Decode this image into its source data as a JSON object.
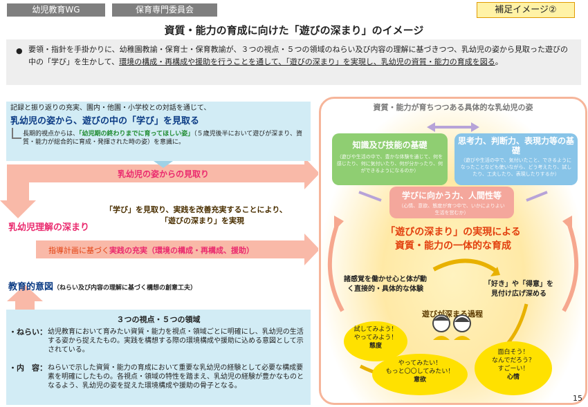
{
  "header": {
    "tag1": "幼児教育WG",
    "tag2": "保育専門委員会",
    "tag_right": "補足イメージ②",
    "title": "資質・能力の育成に向けた「遊びの深まり」のイメージ"
  },
  "summary": {
    "bullet": "●",
    "text_a": "要領・指針を手掛かりに、幼稚園教諭・保育士・保育教諭が、３つの視点・５つの領域のねらい及び内容の理解に基づきつつ、乳幼児の姿から見取った遊びの中の「学び」を生かして、",
    "text_b": "環境の構成・再構成や援助を行うことを通して、「遊びの深まり」を実現し、乳幼児の資質・能力の育成を図る",
    "text_c": "。"
  },
  "left": {
    "record_line": "記録と振り返りの充実、園内・他園・小学校との対話を通じて、",
    "record_heading": "乳幼児の姿から、遊びの中の「学び」を見取る",
    "longterm_a": "長期的視点からは、",
    "longterm_b": "「幼児期の終わりまでに育ってほしい姿」",
    "longterm_c": "（５歳児後半において遊びが深まり、資質・能力が総合的に育成・発揮された時の姿）を意識に。",
    "arrow_top": "乳幼児の姿からの見取り",
    "understanding": "乳幼児理解の深まり",
    "improve_1": "「学び」を見取り、実践を改善充実することにより、",
    "improve_2": "「遊びの深まり」を実現",
    "arrow_mid_a": "指導計画に基づく",
    "arrow_mid_b": "実践の充実（環境の構成・再構成、援助）",
    "intent_heading": "教育的意図",
    "intent_sub": "（ねらい及び内容の理解に基づく構想の創意工夫）",
    "domains_title": "３つの視点・５つの領域",
    "aim_label": "・ねらい：",
    "aim_text": "幼児教育において育みたい資質・能力を視点・領域ごとに明確にし、乳幼児の生活する姿から捉えたもの。実践を構想する際の環境構成や援助に込める意図として示されている。",
    "content_label": "・内　容：",
    "content_text": "ねらいで示した資質・能力の育成において重要な乳幼児の経験として必要な構成要素を明確にしたもの。各視点・領域の特性を踏まえ、乳幼児の経験が豊かなものとなるよう、乳幼児の姿を捉えた環境構成や援助の骨子となる。"
  },
  "right": {
    "panel_title": "資質・能力が育ちつつある具体的な乳幼児の姿",
    "box_knowledge_title": "知識及び技能の基礎",
    "box_knowledge_sub": "（遊びや生活の中で、豊かな体験を通じて、何を感じたり、何に気付いたり、何が分かったり、何ができるようになるのか）",
    "box_thinking_title": "思考力、判断力、表現力等の基礎",
    "box_thinking_sub": "（遊びや生活の中で、気付いたこと、できるようになったことなども使いながら、どう考えたり、試したり、工夫したり、表現したりするか）",
    "box_attitude_title": "学びに向かう力、人間性等",
    "box_attitude_sub": "（心情、意欲、態度が育つ中で、いかによりよい生活を営むか）",
    "realize_1": "「遊びの深まり」の実現による",
    "realize_2": "資質・能力の一体的な育成",
    "senses": "諸感覚を働かせ心と体が動く直接的・具体的な体験",
    "likes": "「好き」や「得意」を見付け広げ深める",
    "process": "遊びが深まる過程",
    "cloud_try_1": "試してみよう！",
    "cloud_try_2": "やってみよう！",
    "cloud_try_3": "態度",
    "cloud_motive_1": "やってみたい！",
    "cloud_motive_2": "もっと〇〇してみたい！",
    "cloud_motive_3": "意欲",
    "cloud_feel_1": "面白そう！",
    "cloud_feel_2": "なんでだろう？",
    "cloud_feel_3": "すごーい！",
    "cloud_feel_4": "心情"
  },
  "page_number": "15",
  "colors": {
    "pink_arrow": "#f9b9a8",
    "pink_text": "#ea2a6e",
    "orange_text": "#e2400f",
    "knowledge_green": "#8fce72",
    "thinking_blue": "#88c4e8",
    "attitude_pink": "#f4a79c",
    "cloud_yellow": "#ffe100"
  }
}
